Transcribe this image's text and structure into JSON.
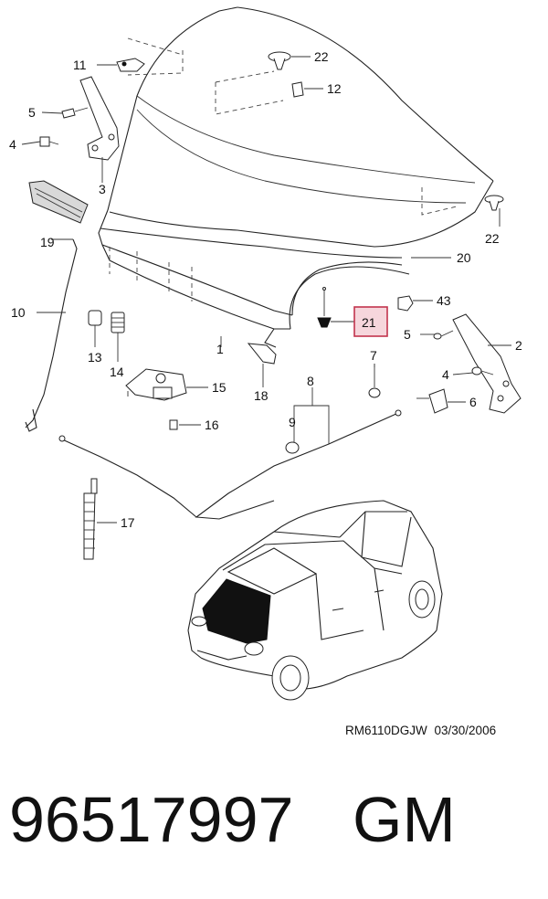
{
  "diagram": {
    "callouts": {
      "c1": "1",
      "c2": "2",
      "c3": "3",
      "c4a": "4",
      "c4b": "4",
      "c5a": "5",
      "c5b": "5",
      "c6": "6",
      "c7": "7",
      "c8": "8",
      "c9": "9",
      "c10": "10",
      "c11": "11",
      "c12": "12",
      "c13": "13",
      "c14": "14",
      "c15": "15",
      "c16": "16",
      "c17": "17",
      "c18": "18",
      "c19": "19",
      "c20": "20",
      "c21": "21",
      "c22a": "22",
      "c22b": "22",
      "c43": "43"
    },
    "highlighted_callout": "21",
    "highlight_color": "#c2344d"
  },
  "footer": {
    "reference": "RM6110DGJW  03/30/2006",
    "part_number": "96517997",
    "brand": "GM"
  }
}
